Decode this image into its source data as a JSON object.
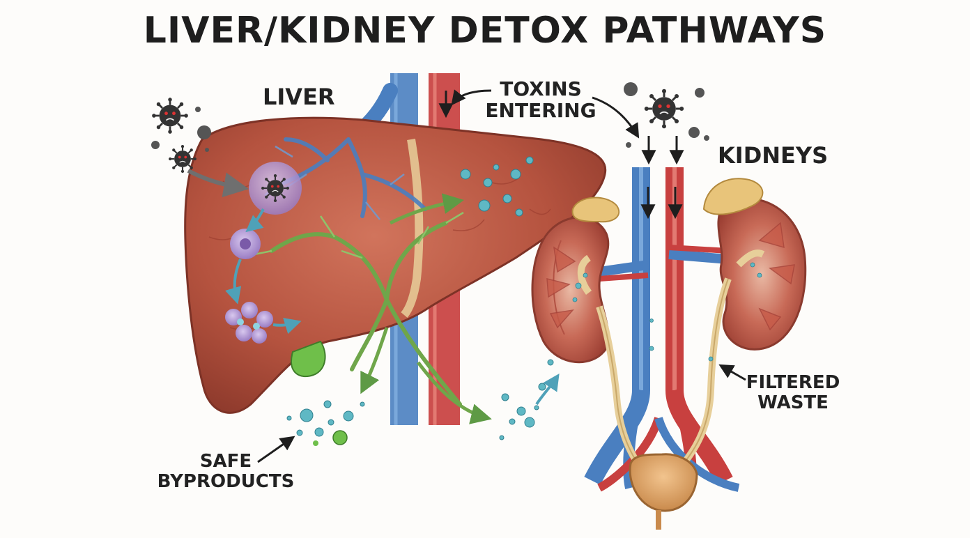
{
  "title": "LIVER/KIDNEY DETOX PATHWAYS",
  "labels": {
    "liver": "LIVER",
    "kidneys": "KIDNEYS",
    "toxins_line1": "TOXINS",
    "toxins_line2": "ENTERING",
    "safe_line1": "SAFE",
    "safe_line2": "BYPRODUCTS",
    "filtered_line1": "FILTERED",
    "filtered_line2": "WASTE"
  },
  "colors": {
    "liver": "#b5533f",
    "vein": "#4a7fc0",
    "artery": "#c8403f",
    "bile": "#6fa64a",
    "toxin": "#3a3a3a",
    "byproduct": "#5fb8c4",
    "bladder": "#e4a965",
    "adrenal": "#e8c47a"
  },
  "icons": [
    "toxin-virus-icon",
    "arrow-icon"
  ]
}
